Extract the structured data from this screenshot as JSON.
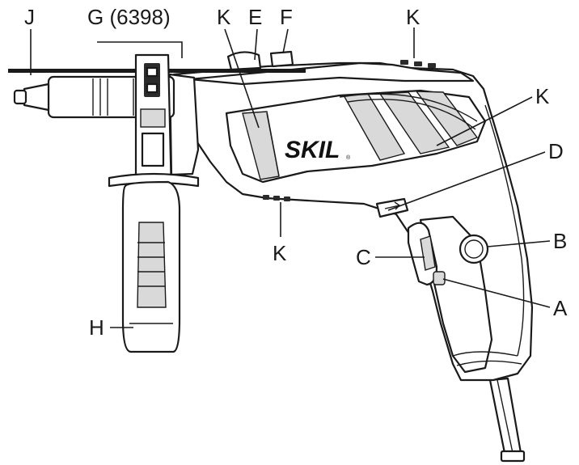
{
  "brand": {
    "logo_text": "SKIL",
    "trademark": "®"
  },
  "callouts": {
    "J": "J",
    "G": "G (6398)",
    "K_top_left": "K",
    "E": "E",
    "F": "F",
    "K_top_right": "K",
    "K_right": "K",
    "D": "D",
    "K_bottom": "K",
    "C": "C",
    "B": "B",
    "A": "A",
    "H": "H"
  }
}
